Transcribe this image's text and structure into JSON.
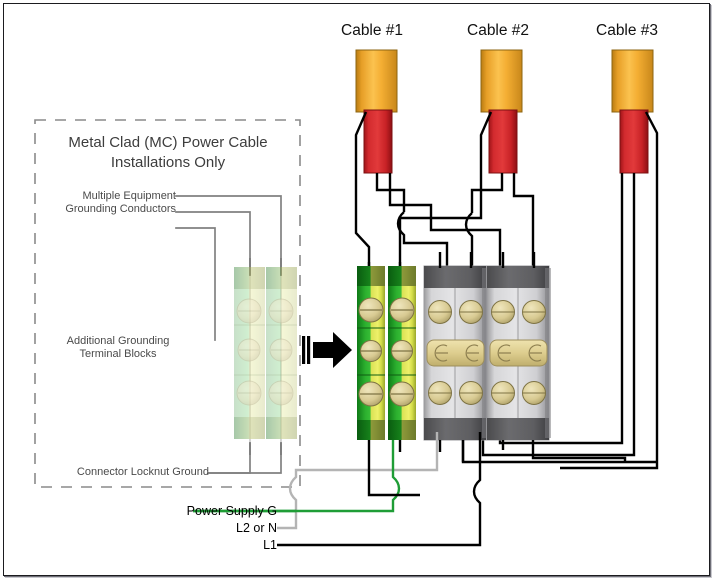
{
  "diagram": {
    "title_box": {
      "line1": "Metal Clad (MC) Power Cable",
      "line2": "Installations Only"
    },
    "callouts": {
      "multiple_equipment": "Multiple Equipment\nGrounding Conductors",
      "additional_blocks": "Additional Grounding\nTerminal Blocks",
      "connector_locknut": "Connector Locknut Ground"
    },
    "cables": [
      {
        "label": "Cable #1"
      },
      {
        "label": "Cable #2"
      },
      {
        "label": "Cable #3"
      }
    ],
    "supply_lines": [
      {
        "label": "Power Supply G",
        "color": "#1f9d36"
      },
      {
        "label": "L2 or N",
        "color": "#b4b4b4"
      },
      {
        "label": "L1",
        "color": "#000000"
      }
    ],
    "colors": {
      "cable_jacket": "#f0a72a",
      "cable_inner": "#d8262a",
      "ground_block_green": "#1f9f27",
      "ground_block_yellow": "#e3e84e",
      "neutral_block_gray": "#d2d2d4",
      "block_cap_dark": "#5d5d5f",
      "screw_brass": "#d8cc94",
      "wire_black": "#000000",
      "wire_green": "#1f9d36",
      "wire_gray": "#b4b4b4",
      "leader_gray": "#818181",
      "dashed_border": "#8a8a8a",
      "frame": "#1b1b1f"
    }
  }
}
